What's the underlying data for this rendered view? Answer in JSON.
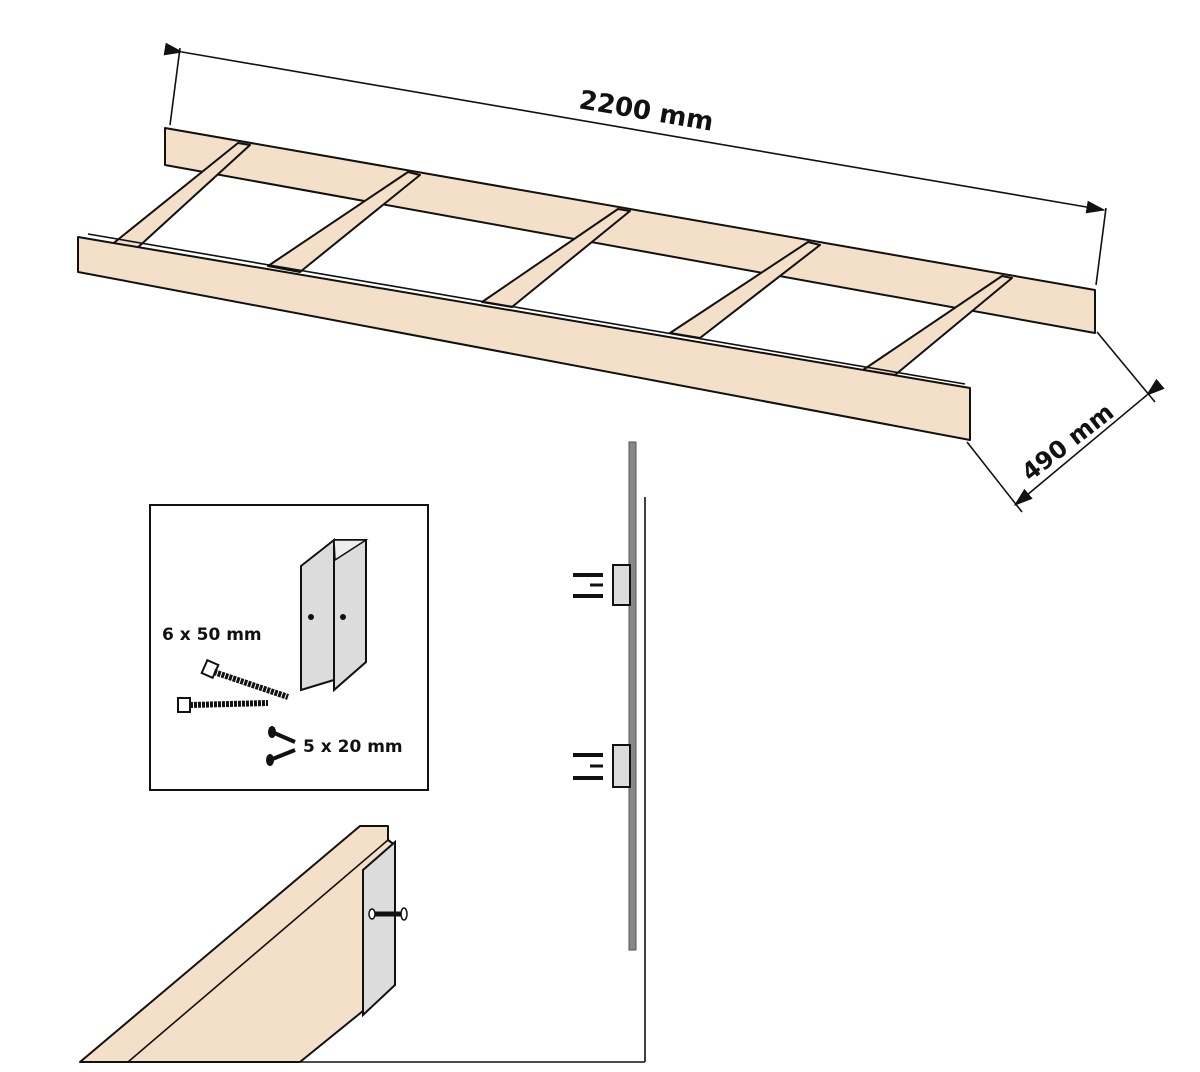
{
  "dimensions": {
    "length": "2200 mm",
    "width": "490 mm"
  },
  "hardware_inset": {
    "lag_screw_size": "6 x 50 mm",
    "small_screw_size": "5 x 20 mm"
  },
  "colors": {
    "wood": "#f4dfc8",
    "metal": "#dcdcdc",
    "wall": "#888888",
    "outline": "#111111"
  }
}
